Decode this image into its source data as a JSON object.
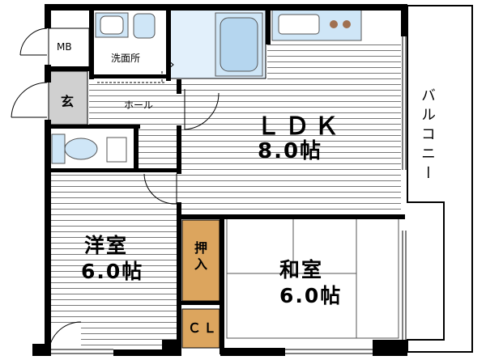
{
  "plan": {
    "rooms": {
      "mb": "MB",
      "washroom": "洗面所",
      "entrance": "玄",
      "hall": "ホール",
      "ldk_name": "ＬＤＫ",
      "ldk_size": "8.0帖",
      "western_name": "洋室",
      "western_size": "6.0帖",
      "japanese_name": "和室",
      "japanese_size": "6.0帖",
      "oshiire": "押入",
      "closet": "ＣＬ",
      "balcony": "バルコニー"
    },
    "colors": {
      "wall": "#000000",
      "fixture": "#cfe6f7",
      "fixture_stroke": "#555555",
      "storage": "#dca55e",
      "entrance_floor": "#d0d0d0",
      "floor_line": "#777777"
    }
  }
}
